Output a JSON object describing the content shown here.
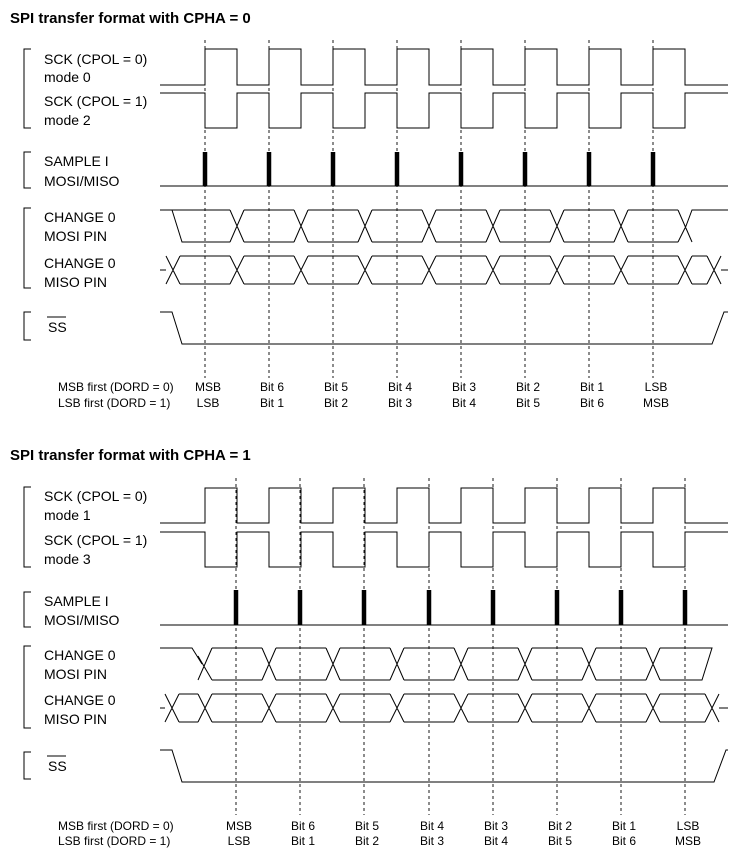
{
  "diagrams": [
    {
      "title": "SPI transfer format with CPHA = 0",
      "sck_top_label": "SCK (CPOL = 0)",
      "sck_top_mode": "mode 0",
      "sck_bottom_label": "SCK (CPOL = 1)",
      "sck_bottom_mode": "mode 2",
      "sample_label": "SAMPLE I",
      "sample_sub": "MOSI/MISO",
      "mosi_label": "CHANGE 0",
      "mosi_sub": "MOSI PIN",
      "miso_label": "CHANGE 0",
      "miso_sub": "MISO PIN",
      "ss_label": "SS",
      "msb_row_label": "MSB first (DORD = 0)",
      "lsb_row_label": "LSB first (DORD = 1)",
      "msb_bits": [
        "MSB",
        "Bit 6",
        "Bit 5",
        "Bit 4",
        "Bit 3",
        "Bit 2",
        "Bit 1",
        "LSB"
      ],
      "lsb_bits": [
        "LSB",
        "Bit 1",
        "Bit 2",
        "Bit 3",
        "Bit 4",
        "Bit 5",
        "Bit 6",
        "MSB"
      ]
    },
    {
      "title": "SPI transfer format with CPHA = 1",
      "sck_top_label": "SCK (CPOL = 0)",
      "sck_top_mode": "mode 1",
      "sck_bottom_label": "SCK (CPOL = 1)",
      "sck_bottom_mode": "mode 3",
      "sample_label": "SAMPLE I",
      "sample_sub": "MOSI/MISO",
      "mosi_label": "CHANGE 0",
      "mosi_sub": "MOSI PIN",
      "miso_label": "CHANGE 0",
      "miso_sub": "MISO PIN",
      "ss_label": "SS",
      "msb_row_label": "MSB first (DORD = 0)",
      "lsb_row_label": "LSB first (DORD = 1)",
      "msb_bits": [
        "MSB",
        "Bit 6",
        "Bit 5",
        "Bit 4",
        "Bit 3",
        "Bit 2",
        "Bit 1",
        "LSB"
      ],
      "lsb_bits": [
        "LSB",
        "Bit 1",
        "Bit 2",
        "Bit 3",
        "Bit 4",
        "Bit 5",
        "Bit 6",
        "MSB"
      ]
    }
  ]
}
